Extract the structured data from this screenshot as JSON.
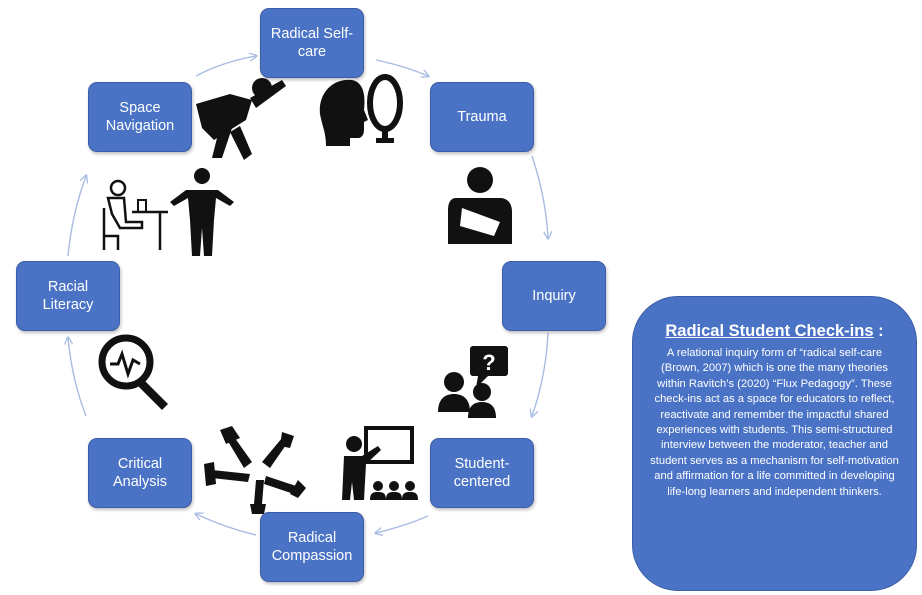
{
  "nodes": {
    "selfcare": "Radical Self-\ncare",
    "trauma": "Trauma",
    "inquiry": "Inquiry",
    "student": "Student-\ncentered",
    "compassion": "Radical\nCompassion",
    "critical": "Critical\nAnalysis",
    "literacy": "Racial\nLiteracy",
    "space": "Space\nNavigation"
  },
  "callout": {
    "title": "Radical Student Check-ins",
    "title_suffix": " :",
    "body": "A relational inquiry form of “radical self-care (Brown, 2007) which is one the many theories within Ravitch’s (2020) “Flux Pedagogy”.  These check-ins act as a space for educators to reflect, reactivate and remember the impactful shared experiences with students.  This semi-structured interview between the moderator, teacher and student  serves as a mechanism for self-motivation and affirmation for a life committed in developing life-long learners and independent thinkers."
  },
  "icons": {
    "selfcare": "head-mirror-icon",
    "trauma": "injured-arm-sling-icon",
    "inquiry": "question-group-icon",
    "student": "teacher-presentation-icon",
    "compassion": "joined-hands-icon",
    "critical": "magnifier-pulse-icon",
    "literacy": "person-desk-icon",
    "space": "superhero-flying-icon"
  },
  "colors": {
    "box_fill": "#4a73c6",
    "box_text": "#ffffff",
    "arrow": "#a9bde3",
    "icon": "#111111"
  }
}
